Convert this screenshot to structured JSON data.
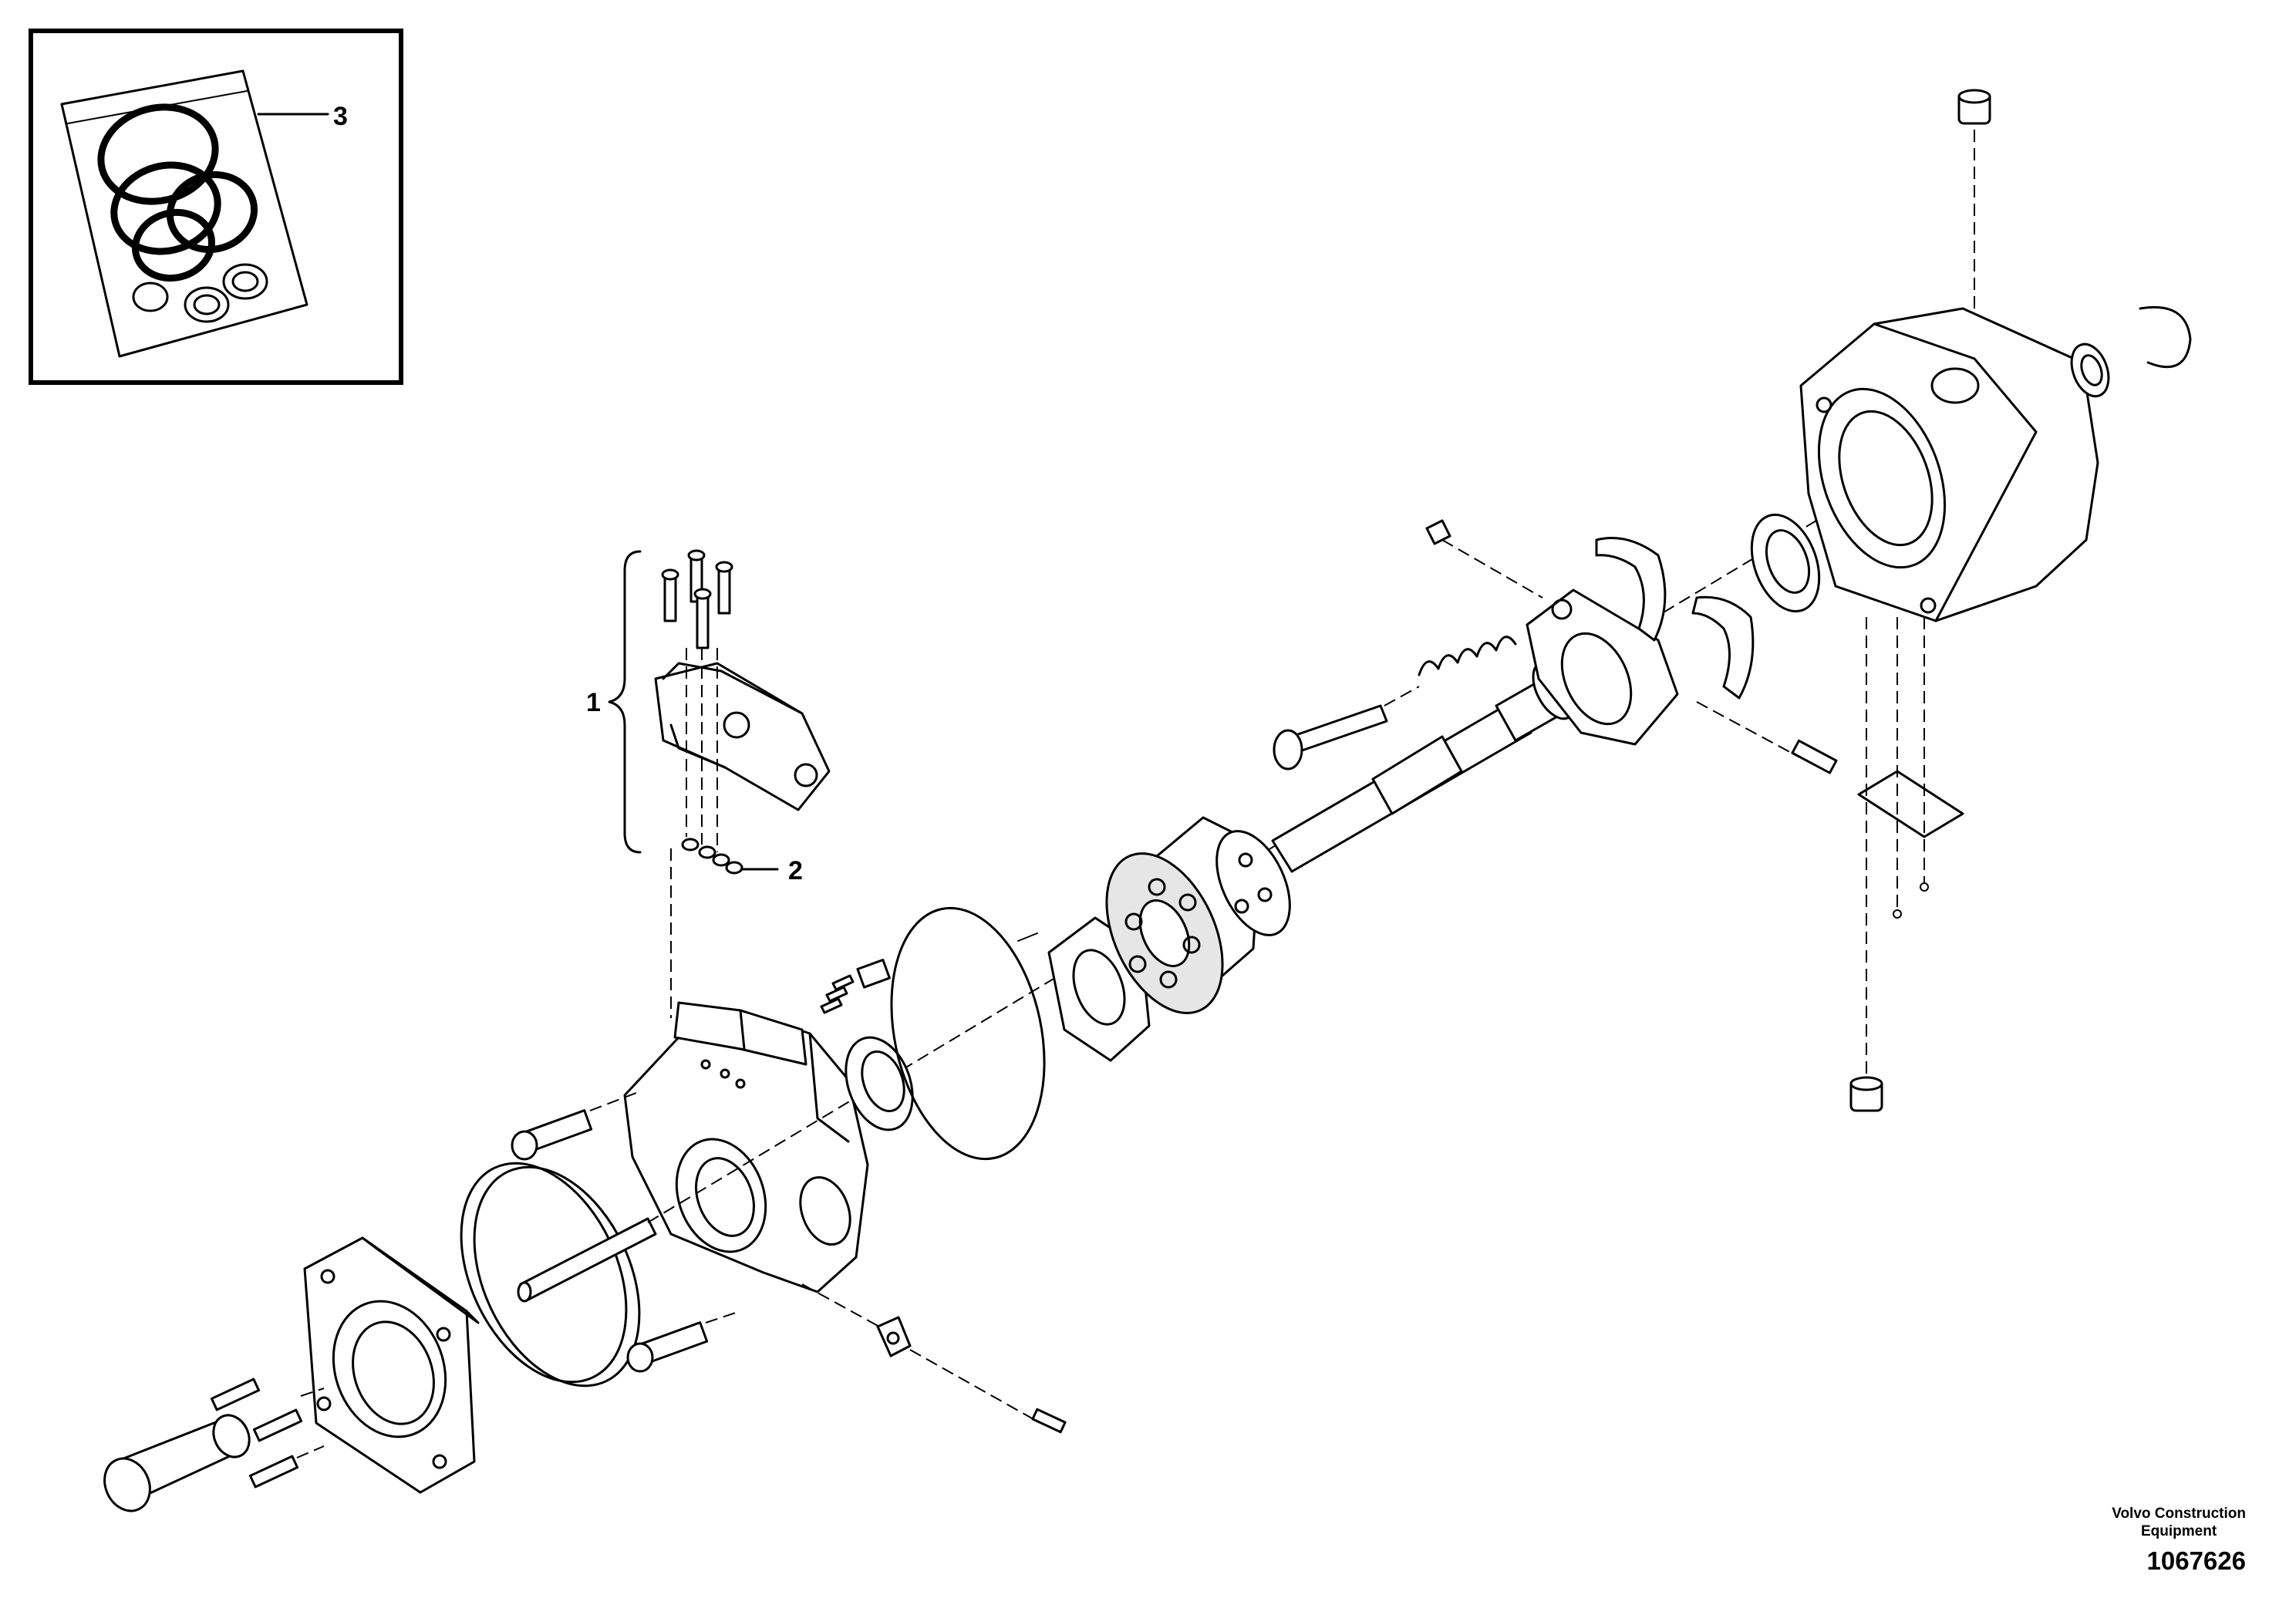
{
  "callouts": [
    {
      "id": "1",
      "label": "1"
    },
    {
      "id": "2",
      "label": "2"
    },
    {
      "id": "3",
      "label": "3"
    }
  ],
  "footer": {
    "brand_line1": "Volvo Construction",
    "brand_line2": "Equipment",
    "drawing_number": "1067626"
  }
}
